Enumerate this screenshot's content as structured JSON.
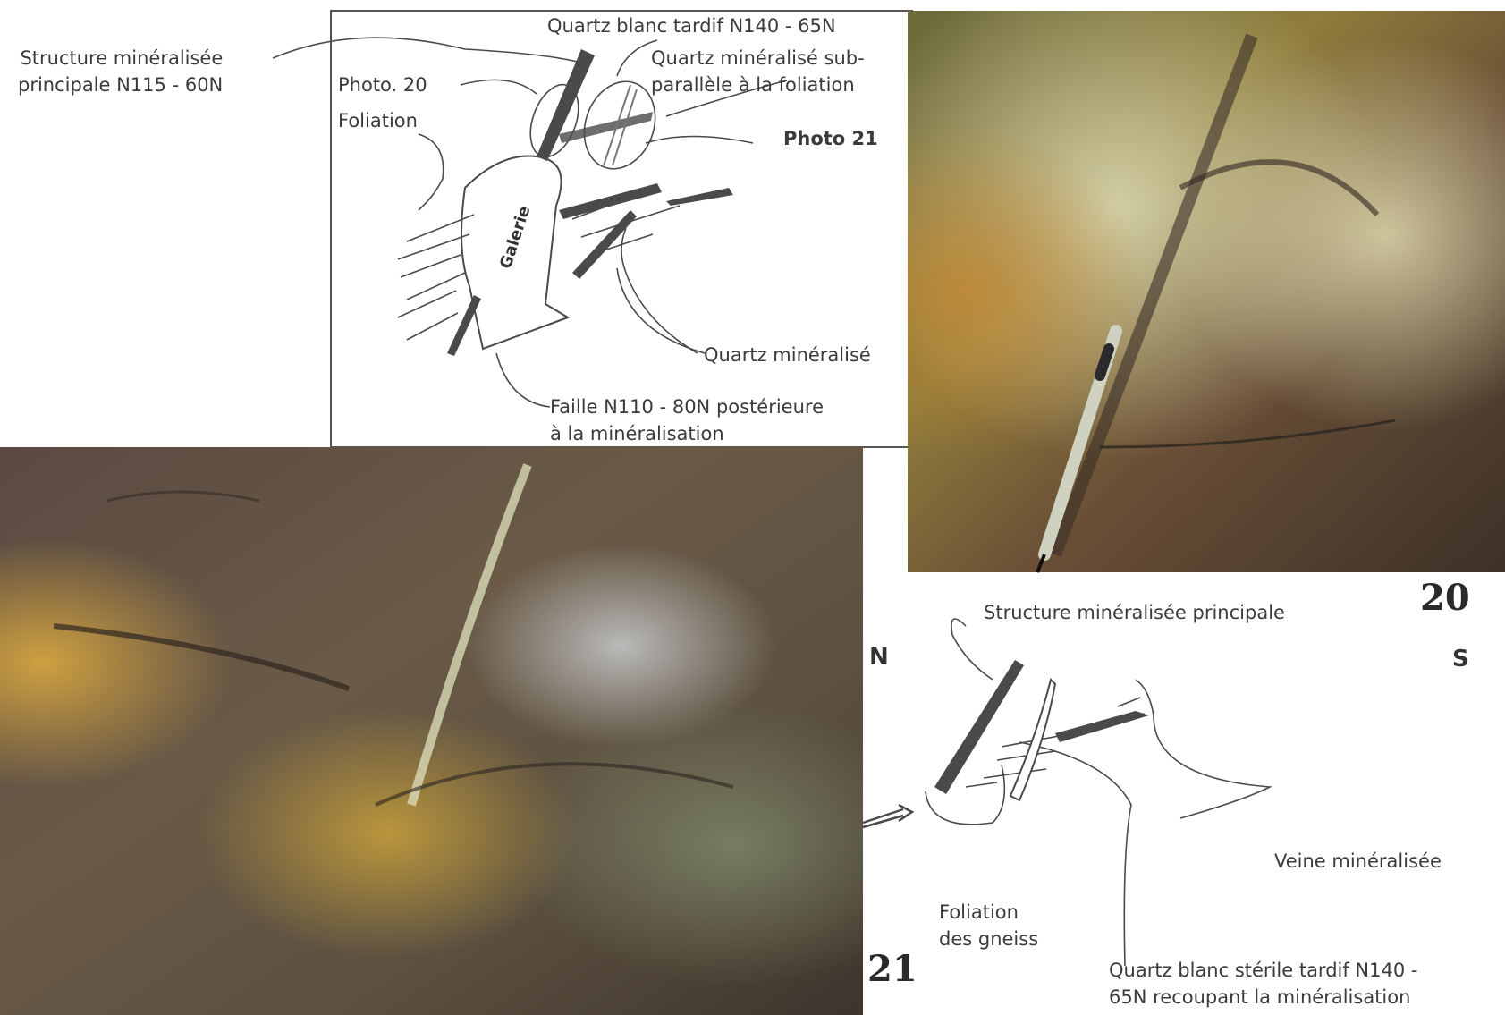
{
  "labels": {
    "structure_principale_top": "Structure minéralisée principale N115 - 60N",
    "structure_principale_top_l1": "Structure minéralisée",
    "structure_principale_top_l2": "principale N115 - 60N",
    "photo20": "Photo. 20",
    "foliation": "Foliation",
    "quartz_blanc_tardif": "Quartz blanc tardif N140 - 65N",
    "quartz_sub_l1": "Quartz minéralisé sub-",
    "quartz_sub_l2": "parallèle à la foliation",
    "photo21": "Photo 21",
    "galerie": "Galerie",
    "quartz_mineralise": "Quartz minéralisé",
    "faille_l1": "Faille N110 - 80N postérieure",
    "faille_l2": "à la minéralisation",
    "structure_principale_bottom": "Structure minéralisée principale",
    "veine": "Veine minéralisée",
    "foliation_gneiss_l1": "Foliation",
    "foliation_gneiss_l2": "des gneiss",
    "quartz_sterile_l1": "Quartz blanc stérile tardif N140 -",
    "quartz_sterile_l2": "65N recoupant la minéralisation"
  },
  "photos": {
    "photo20_number": "20",
    "photo21_number": "21"
  },
  "orientation": {
    "north": "N",
    "south": "S"
  },
  "colors": {
    "ink": "#3a3a3a",
    "vein": "#4a4a4a",
    "rock_dark": "#4a3b2c",
    "rock_yellow": "#b9a13a",
    "quartz_white": "#d8d8c8"
  }
}
